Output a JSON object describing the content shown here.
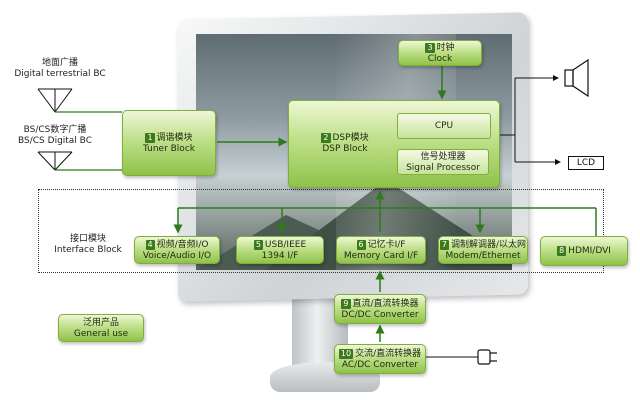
{
  "antenna_terrestrial": {
    "label_cn": "地面广播",
    "label_en": "Digital terrestrial BC"
  },
  "antenna_satellite": {
    "label_cn": "BS/CS数字广播",
    "label_en": "BS/CS Digital BC"
  },
  "tuner": {
    "num": "1",
    "label_cn": "调谐模块",
    "label_en": "Tuner Block"
  },
  "dsp": {
    "num": "2",
    "label_cn": "DSP模块",
    "label_en": "DSP Block"
  },
  "cpu": {
    "label": "CPU"
  },
  "signal_processor": {
    "label_cn": "信号处理器",
    "label_en": "Signal Processor"
  },
  "clock": {
    "num": "3",
    "label_cn": "时钟",
    "label_en": "Clock"
  },
  "lcd": {
    "label": "LCD"
  },
  "interface_block": {
    "label_cn": "接口模块",
    "label_en": "Interface Block"
  },
  "interfaces": [
    {
      "num": "4",
      "label_cn": "视频/音频I/O",
      "label_en": "Voice/Audio I/O"
    },
    {
      "num": "5",
      "label_cn": "USB/IEEE",
      "label_en": "1394 I/F"
    },
    {
      "num": "6",
      "label_cn": "记忆卡I/F",
      "label_en": "Memory Card I/F"
    },
    {
      "num": "7",
      "label_cn": "调制解调器/以太网",
      "label_en": "Modem/Ethernet"
    },
    {
      "num": "8",
      "label_cn": "HDMI/DVI",
      "label_en": ""
    }
  ],
  "general_use": {
    "label_cn": "泛用产品",
    "label_en": "General use"
  },
  "dcdc": {
    "num": "9",
    "label_cn": "直流/直流转换器",
    "label_en": "DC/DC Converter"
  },
  "acdc": {
    "num": "10",
    "label_cn": "交流/直流转换器",
    "label_en": "AC/DC Converter"
  },
  "colors": {
    "block_green": "#8fc24a",
    "line_green": "#2f7a1a",
    "num_badge": "#3d7a1c"
  }
}
